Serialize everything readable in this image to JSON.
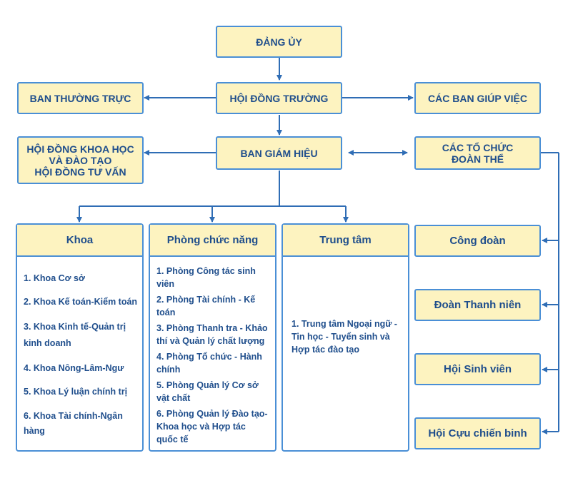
{
  "colors": {
    "box_fill": "#fdf3c0",
    "border": "#4a8fd6",
    "text": "#1f4e8c",
    "arrow": "#2f6db5"
  },
  "top": {
    "dang_uy": "ĐẢNG ỦY",
    "hoi_dong_truong": "HỘI ĐỒNG TRƯỜNG",
    "ban_thuong_truc": "BAN THƯỜNG TRỰC",
    "cac_ban_giup_viec": "CÁC BAN GIÚP VIỆC",
    "ban_giam_hieu": "BAN GIÁM HIỆU",
    "hoi_dong_khoa_hoc": "HỘI ĐỒNG KHOA HỌC\nVÀ ĐÀO TẠO\nHỘI ĐỒNG TƯ VẤN",
    "cac_to_chuc_doan_the": "CÁC TỔ CHỨC\nĐOÀN THỂ"
  },
  "khoa": {
    "title": "Khoa",
    "items": [
      "1. Khoa Cơ sở",
      "2. Khoa Kế toán-Kiểm toán",
      "3. Khoa Kinh tế-Quản trị\nkinh doanh",
      "4. Khoa Nông-Lâm-Ngư",
      "5. Khoa Lý luận chính trị",
      "6. Khoa Tài chính-Ngân\nhàng"
    ]
  },
  "phong": {
    "title": "Phòng chức năng",
    "items": [
      "1. Phòng Công tác sinh\nviên",
      "2. Phòng Tài chính - Kế\ntoán",
      "3. Phòng Thanh tra - Khảo\nthí và Quản lý chất lượng",
      "4. Phòng Tổ chức - Hành\nchính",
      "5. Phòng Quản lý Cơ sở\nvật chất",
      "6. Phòng Quản lý Đào tạo-\nKhoa học và Hợp tác\nquốc tế"
    ]
  },
  "trung_tam": {
    "title": "Trung tâm",
    "items": [
      "1. Trung tâm Ngoại ngữ -\nTin học - Tuyển sinh và\nHợp tác đào tạo"
    ]
  },
  "doan_the": {
    "cong_doan": "Công đoàn",
    "doan_thanh_nien": "Đoàn Thanh niên",
    "hoi_sinh_vien": "Hội Sinh viên",
    "hoi_cuu_chien_binh": "Hội Cựu chiến binh"
  }
}
